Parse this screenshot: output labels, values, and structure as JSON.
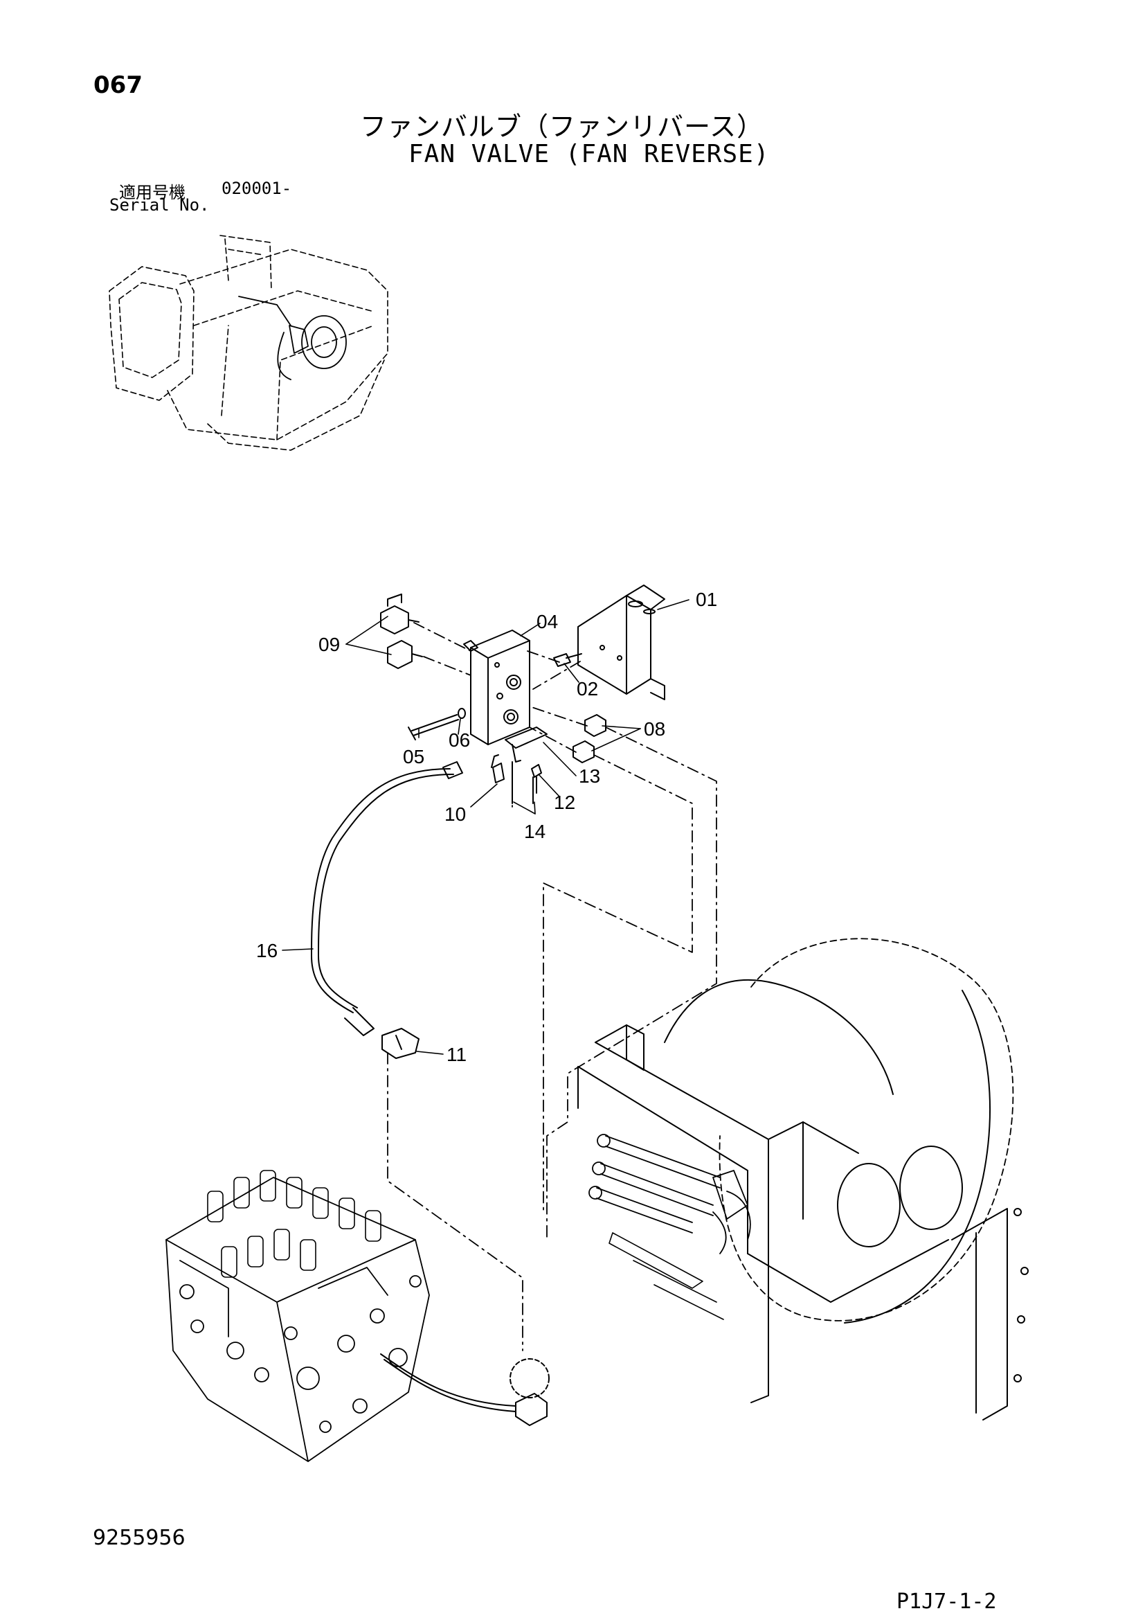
{
  "header": {
    "page_number": "067",
    "title_jp": "ファンバルブ（ファンリバース）",
    "title_en": "FAN VALVE (FAN REVERSE)"
  },
  "serial": {
    "label_jp": "適用号機",
    "code": "020001-",
    "label_en": "Serial No."
  },
  "callouts": {
    "c01": "01",
    "c02": "02",
    "c04": "04",
    "c05": "05",
    "c06": "06",
    "c08": "08",
    "c09": "09",
    "c10": "10",
    "c11": "11",
    "c12": "12",
    "c13": "13",
    "c14": "14",
    "c16": "16"
  },
  "footer": {
    "doc_number": "9255956",
    "sheet_id": "P1J7-1-2"
  }
}
